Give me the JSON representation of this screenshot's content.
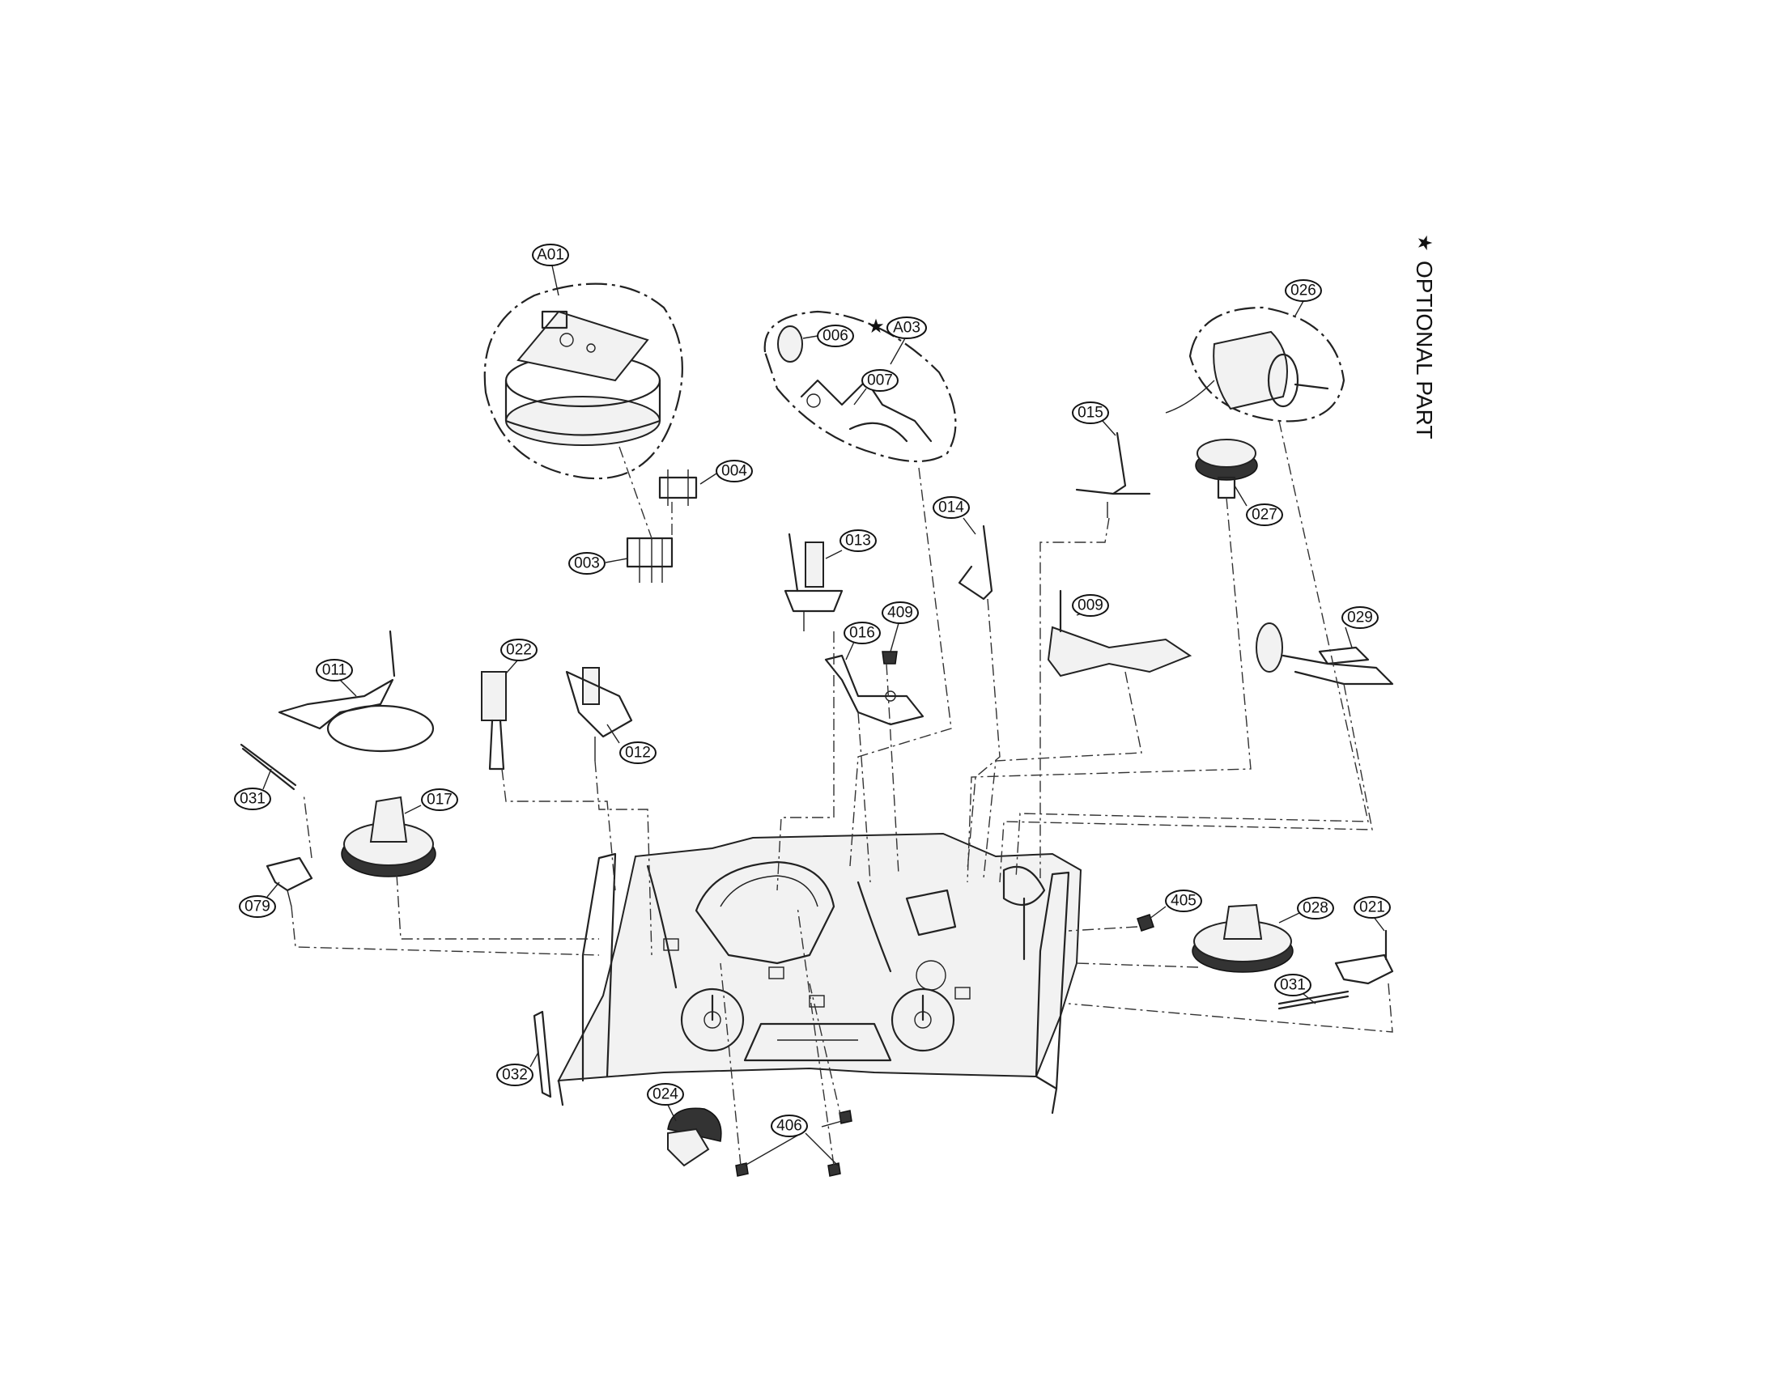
{
  "legend": {
    "symbol": "★",
    "text": "OPTIONAL PART"
  },
  "callouts": {
    "A01": "A01",
    "A03": "A03",
    "c003": "003",
    "c004": "004",
    "c006": "006",
    "c007": "007",
    "c009": "009",
    "c011": "011",
    "c012": "012",
    "c013": "013",
    "c014": "014",
    "c015": "015",
    "c016": "016",
    "c017": "017",
    "c021": "021",
    "c022": "022",
    "c024": "024",
    "c026": "026",
    "c027": "027",
    "c028": "028",
    "c029": "029",
    "c031a": "031",
    "c031b": "031",
    "c032": "032",
    "c079": "079",
    "c405": "405",
    "c406": "406",
    "c409": "409"
  }
}
